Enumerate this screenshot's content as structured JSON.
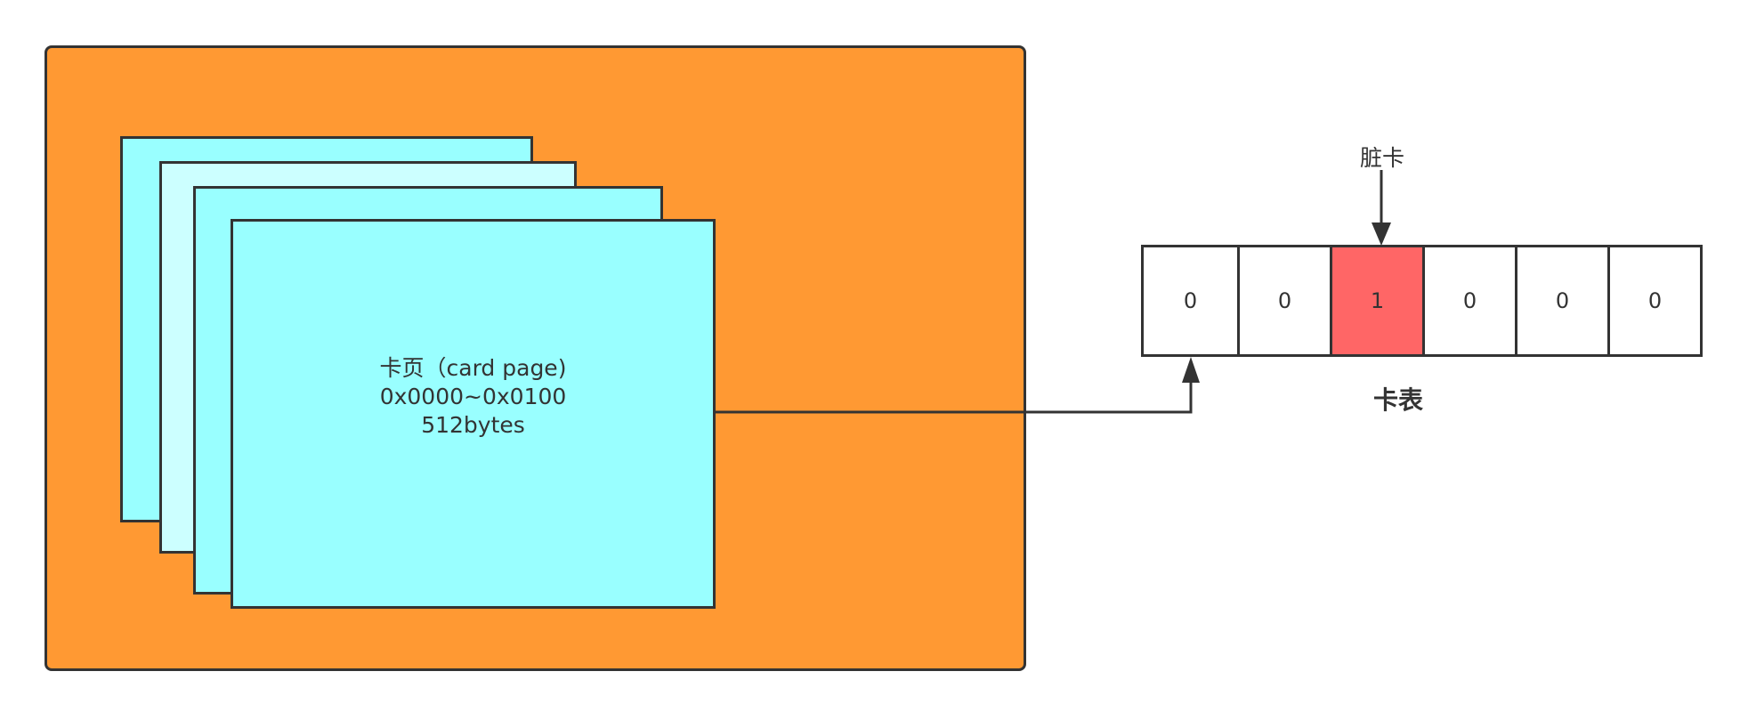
{
  "card_page": {
    "lines": [
      "卡页（card page)",
      "0x0000~0x0100",
      "512bytes"
    ]
  },
  "card_table": {
    "label": "卡表",
    "cells": [
      "0",
      "0",
      "1",
      "0",
      "0",
      "0"
    ],
    "dirty_index": 2
  },
  "dirty_label": "脏卡",
  "colors": {
    "heap": "#ff9933",
    "page": "#99ffff",
    "page_light": "#ccffff",
    "dirty": "#ff6666",
    "stroke": "#333333"
  }
}
